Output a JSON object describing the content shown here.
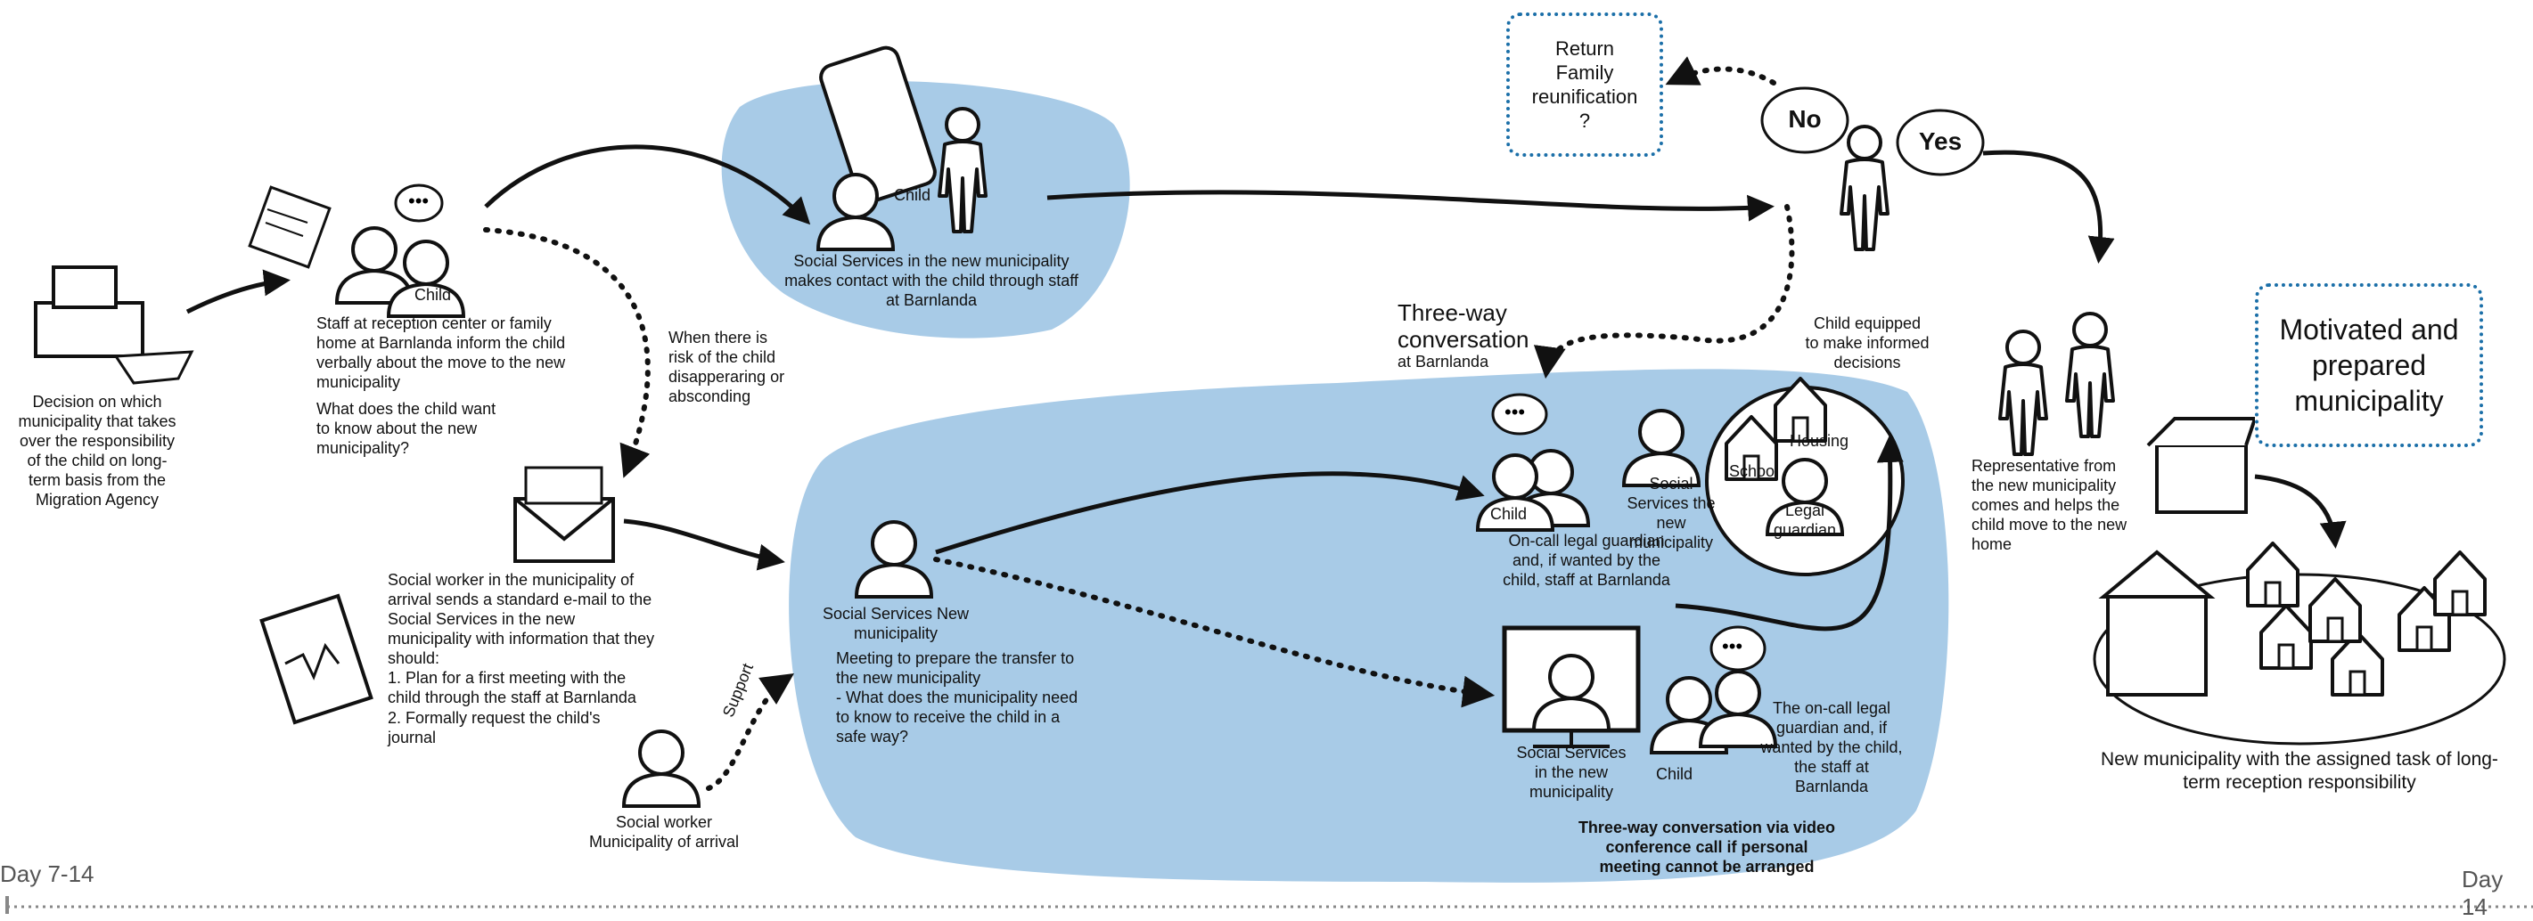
{
  "colors": {
    "blob": "#a8cbe7",
    "accent_box_border": "#1b6fa8",
    "ink": "#111111",
    "timeline": "#888888"
  },
  "steps": {
    "decision": "Decision on which municipality that takes over the responsibility of the child on long-term basis from the Migration Agency",
    "staff_inform": "Staff at reception center or family home at Barnlanda inform the child verbally about the move to the new municipality",
    "staff_question": "What does the child want to know about the new municipality?",
    "child_label_1": "Child",
    "risk_note": "When there is risk of the child disapperaring or absconding",
    "social_services_contact": "Social Services in the new municipality makes contact with the child through staff at Barnlanda",
    "child_label_2": "Child",
    "social_worker_email": "Social worker in the municipality of arrival sends a standard e-mail to the Social Services in the new municipality with information that they should:",
    "email_item_1": "1. Plan for a first meeting with the child through the staff at Barnlanda",
    "email_item_2": "2. Formally request the child's journal",
    "support_label": "Support",
    "social_worker_arrival": "Social worker Municipality of arrival",
    "ss_new_muni": "Social Services New municipality",
    "meeting_prep": "Meeting to prepare the transfer to the new municipality",
    "meeting_question": "- What does the municipality need to know to receive the child in a safe way?",
    "three_way_title": "Three-way conversation",
    "three_way_location": "at Barnlanda",
    "child_label_3": "Child",
    "guardian_note": "On-call legal guardian and, if wanted by the child, staff at Barnlanda",
    "ss_the_new_muni": "Social Services the new municipality",
    "school": "School",
    "housing": "Housing",
    "legal_guardian": "Legal guardian",
    "ss_in_new_muni": "Social Services in the new municipality",
    "child_label_4": "Child",
    "video_guardian_note": "The on-call legal guardian and, if wanted by the child, the staff at Barnlanda",
    "video_call_note": "Three-way conversation via video conference call if personal meeting cannot be arranged",
    "return_box": "Return Family reunification ?",
    "no_bubble": "No",
    "yes_bubble": "Yes",
    "child_equipped": "Child equipped to make informed decisions",
    "representative": "Representative from the new municipality comes and helps the child move to the new home",
    "motivated_box": "Motivated and prepared municipality",
    "new_muni_task": "New municipality with the assigned task of long-term reception responsibility"
  },
  "timeline": {
    "start": "Day 7-14",
    "end": "Day 14"
  }
}
